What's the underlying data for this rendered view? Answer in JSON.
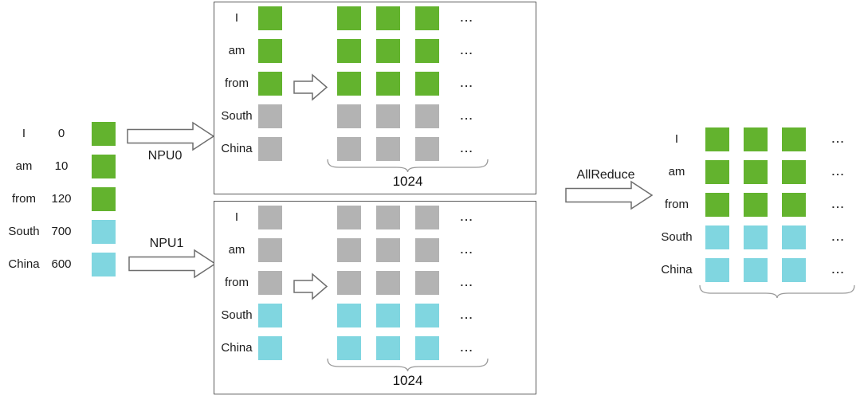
{
  "ellipsis": "...",
  "tokens": [
    "I",
    "am",
    "from",
    "South",
    "China"
  ],
  "colors": {
    "green": "#63b32e",
    "cyan": "#80d6e0",
    "gray": "#b3b3b3"
  },
  "input_vector": {
    "values": [
      "0",
      "10",
      "120",
      "700",
      "600"
    ],
    "row_colors": [
      "green",
      "green",
      "green",
      "cyan",
      "cyan"
    ]
  },
  "npu0": {
    "arrow_label": "NPU0",
    "box": {
      "row_colors": [
        "green",
        "green",
        "green",
        "gray",
        "gray"
      ],
      "matrix_columns_shown": 3,
      "brace_label": "1024"
    }
  },
  "npu1": {
    "arrow_label": "NPU1",
    "box": {
      "row_colors": [
        "gray",
        "gray",
        "gray",
        "cyan",
        "cyan"
      ],
      "matrix_columns_shown": 3,
      "brace_label": "1024"
    }
  },
  "allreduce": {
    "arrow_label": "AllReduce"
  },
  "result": {
    "row_colors": [
      "green",
      "green",
      "green",
      "cyan",
      "cyan"
    ],
    "matrix_columns_shown": 3
  }
}
